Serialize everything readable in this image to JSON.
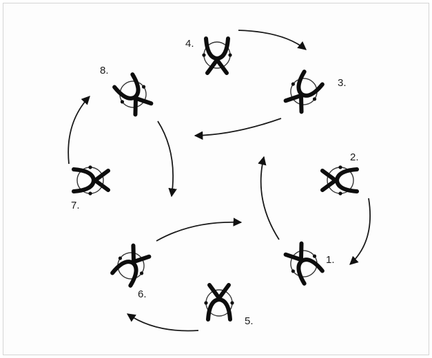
{
  "diagram": {
    "steps": [
      {
        "id": "1",
        "label": "1."
      },
      {
        "id": "2",
        "label": "2."
      },
      {
        "id": "3",
        "label": "3."
      },
      {
        "id": "4",
        "label": "4."
      },
      {
        "id": "5",
        "label": "5."
      },
      {
        "id": "6",
        "label": "6."
      },
      {
        "id": "7",
        "label": "7."
      },
      {
        "id": "8",
        "label": "8."
      }
    ],
    "transitions": [
      {
        "from": "4",
        "to": "3"
      },
      {
        "from": "3",
        "to": "center-left"
      },
      {
        "from": "2",
        "to": "1"
      },
      {
        "from": "1",
        "to": "center-top"
      },
      {
        "from": "5",
        "to": "6"
      },
      {
        "from": "6",
        "to": "center-right"
      },
      {
        "from": "7",
        "to": "8"
      },
      {
        "from": "8",
        "to": "center-bottom"
      }
    ]
  },
  "colors": {
    "stroke": "#0d0d0d",
    "frame": "#d4d4d4"
  }
}
